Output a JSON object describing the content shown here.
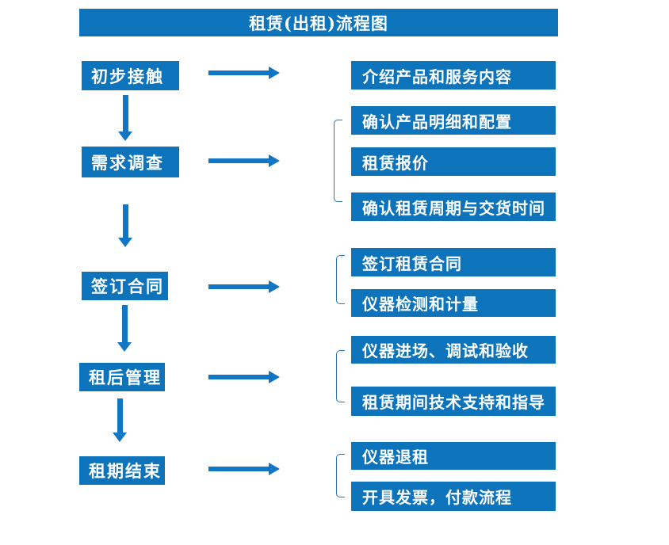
{
  "page": {
    "title": "租赁(出租)流程图"
  },
  "flow": {
    "stages": [
      {
        "label": "初步接触",
        "details": [
          "介绍产品和服务内容"
        ]
      },
      {
        "label": "需求调查",
        "details": [
          "确认产品明细和配置",
          "租赁报价",
          "确认租赁周期与交货时间"
        ]
      },
      {
        "label": "签订合同",
        "details": [
          "签订租赁合同",
          "仪器检测和计量"
        ]
      },
      {
        "label": "租后管理",
        "details": [
          "仪器进场、调试和验收",
          "租赁期间技术支持和指导"
        ]
      },
      {
        "label": "租期结束",
        "details": [
          "仪器退租",
          "开具发票，付款流程"
        ]
      }
    ]
  },
  "colors": {
    "box_blue": "#0d74bc",
    "arrow_blue": "#1176c4",
    "bracket_blue": "#2f74b5",
    "text_white": "#ffffff",
    "background": "#ffffff"
  }
}
